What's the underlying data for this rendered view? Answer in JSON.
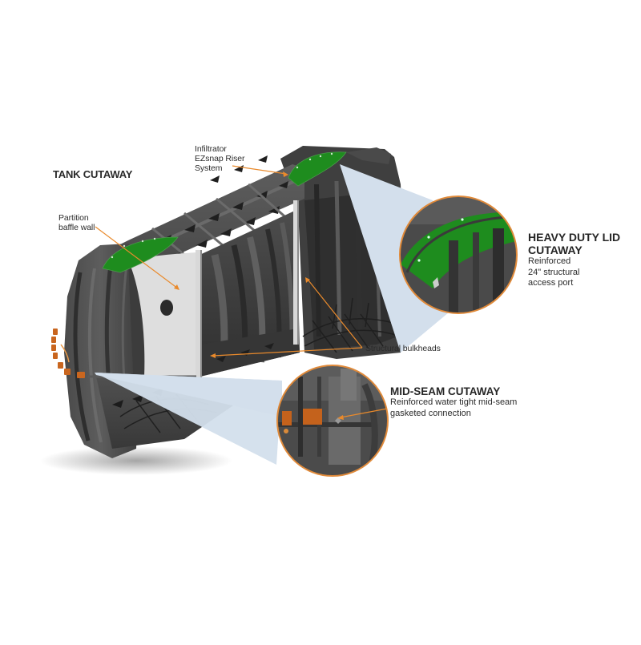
{
  "diagram": {
    "title": "TANK CUTAWAY",
    "labels": {
      "riser": [
        "Infiltrator",
        "EZsnap Riser",
        "System"
      ],
      "partition": [
        "Partition",
        "baffle wall"
      ],
      "bulkheads": "Structural bulkheads"
    },
    "callouts": {
      "lid": {
        "title": [
          "HEAVY DUTY LID",
          "CUTAWAY"
        ],
        "body": [
          "Reinforced",
          "24\" structural",
          "access port"
        ]
      },
      "midseam": {
        "title": "MID-SEAM CUTAWAY",
        "body": [
          "Reinforced water tight mid-seam",
          "gasketed connection"
        ]
      }
    },
    "colors": {
      "tank_dark": "#3d3d3d",
      "tank_mid": "#555555",
      "tank_light": "#6e6e6e",
      "lid_green": "#1f8f1f",
      "leader_orange": "#e98a2c",
      "circle_border": "#e08a3a",
      "projection_blue": "#d3dfec",
      "partition_gray": "#dcdcdc",
      "gasket_orange": "#c9661f"
    }
  }
}
